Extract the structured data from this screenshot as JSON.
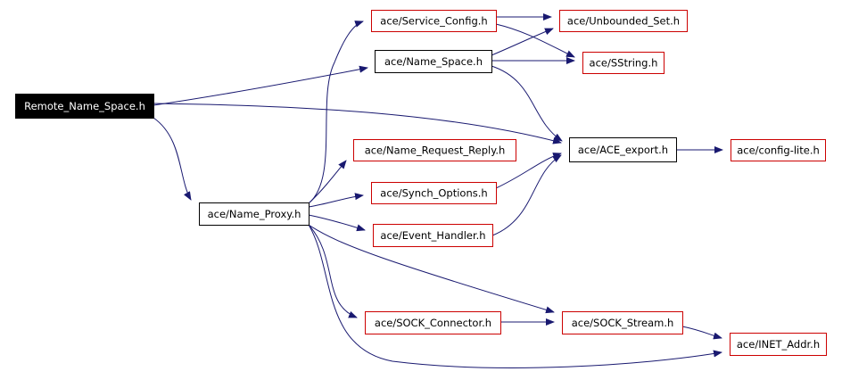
{
  "colors": {
    "root_fill": "#000000",
    "root_text": "#ffffff",
    "normal_border": "#000000",
    "missing_border": "#cc0000",
    "edge": "#191970",
    "text": "#000000"
  },
  "nodes": {
    "root": {
      "label": "Remote_Name_Space.h",
      "kind": "root"
    },
    "service_config": {
      "label": "ace/Service_Config.h",
      "kind": "missing"
    },
    "unbounded_set": {
      "label": "ace/Unbounded_Set.h",
      "kind": "missing"
    },
    "name_space": {
      "label": "ace/Name_Space.h",
      "kind": "normal"
    },
    "sstring": {
      "label": "ace/SString.h",
      "kind": "missing"
    },
    "ace_export": {
      "label": "ace/ACE_export.h",
      "kind": "normal"
    },
    "config_lite": {
      "label": "ace/config-lite.h",
      "kind": "missing"
    },
    "name_request_reply": {
      "label": "ace/Name_Request_Reply.h",
      "kind": "missing"
    },
    "name_proxy": {
      "label": "ace/Name_Proxy.h",
      "kind": "normal"
    },
    "synch_options": {
      "label": "ace/Synch_Options.h",
      "kind": "missing"
    },
    "event_handler": {
      "label": "ace/Event_Handler.h",
      "kind": "missing"
    },
    "sock_connector": {
      "label": "ace/SOCK_Connector.h",
      "kind": "missing"
    },
    "sock_stream": {
      "label": "ace/SOCK_Stream.h",
      "kind": "missing"
    },
    "inet_addr": {
      "label": "ace/INET_Addr.h",
      "kind": "missing"
    }
  },
  "edges": [
    {
      "from": "root",
      "to": "name_space"
    },
    {
      "from": "root",
      "to": "ace_export"
    },
    {
      "from": "root",
      "to": "name_proxy"
    },
    {
      "from": "service_config",
      "to": "unbounded_set"
    },
    {
      "from": "service_config",
      "to": "sstring"
    },
    {
      "from": "name_space",
      "to": "unbounded_set"
    },
    {
      "from": "name_space",
      "to": "sstring"
    },
    {
      "from": "name_space",
      "to": "ace_export"
    },
    {
      "from": "ace_export",
      "to": "config_lite"
    },
    {
      "from": "name_proxy",
      "to": "service_config"
    },
    {
      "from": "name_proxy",
      "to": "name_request_reply"
    },
    {
      "from": "name_proxy",
      "to": "synch_options"
    },
    {
      "from": "name_proxy",
      "to": "event_handler"
    },
    {
      "from": "name_proxy",
      "to": "sock_connector"
    },
    {
      "from": "name_proxy",
      "to": "sock_stream"
    },
    {
      "from": "name_proxy",
      "to": "inet_addr"
    },
    {
      "from": "synch_options",
      "to": "ace_export"
    },
    {
      "from": "event_handler",
      "to": "ace_export"
    },
    {
      "from": "sock_connector",
      "to": "sock_stream"
    },
    {
      "from": "sock_stream",
      "to": "inet_addr"
    }
  ]
}
